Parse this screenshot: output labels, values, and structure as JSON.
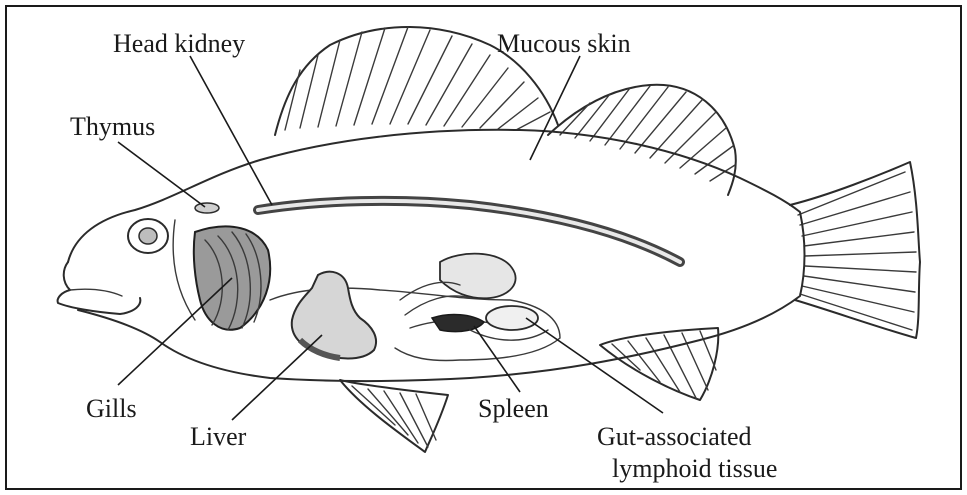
{
  "labels": {
    "head_kidney": "Head kidney",
    "mucous_skin": "Mucous skin",
    "thymus": "Thymus",
    "gills": "Gills",
    "liver": "Liver",
    "spleen": "Spleen",
    "galt_line1": "Gut-associated",
    "galt_line2": "lymphoid tissue"
  }
}
